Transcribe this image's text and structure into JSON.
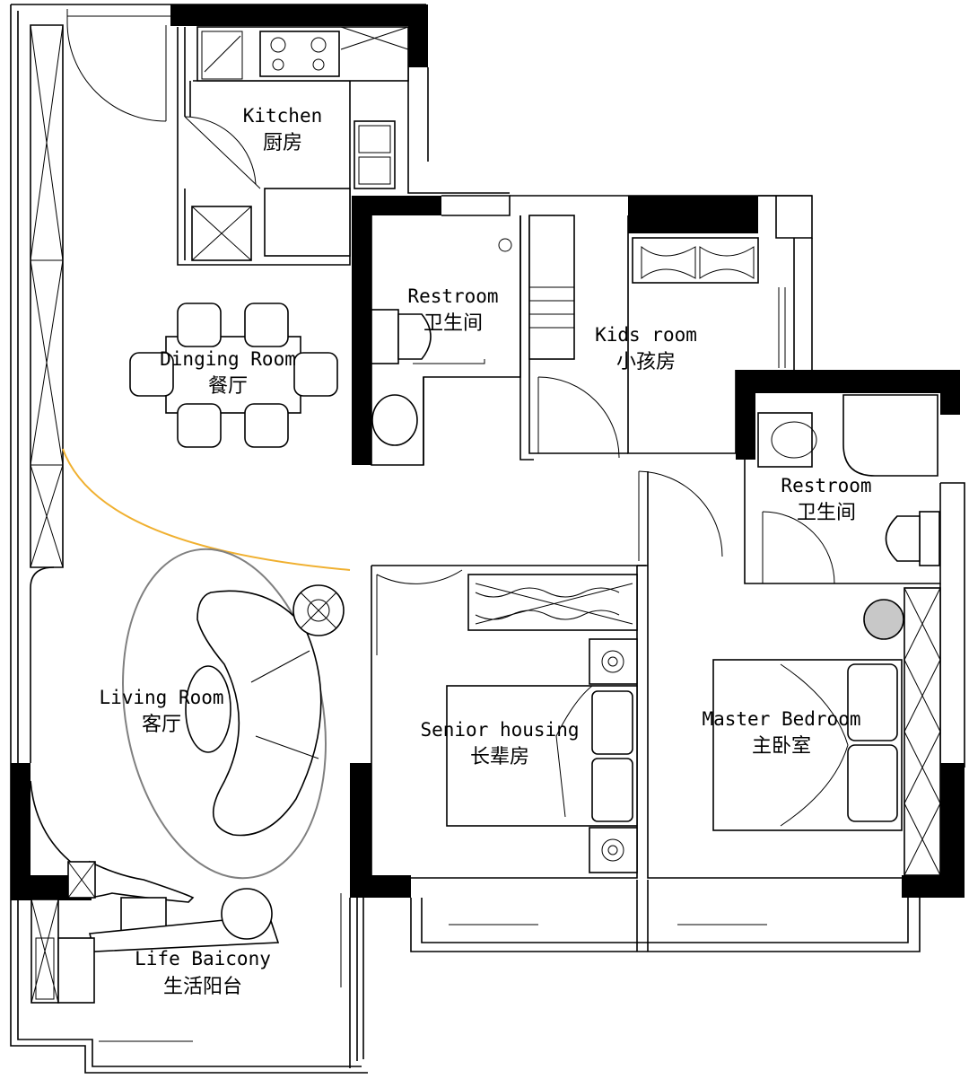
{
  "rooms": {
    "kitchen": {
      "en": "Kitchen",
      "cn": "厨房"
    },
    "restroom_1": {
      "en": "Restroom",
      "cn": "卫生间"
    },
    "kids_room": {
      "en": "Kids room",
      "cn": "小孩房"
    },
    "dining_room": {
      "en": "Dinging Room",
      "cn": "餐厅"
    },
    "restroom_2": {
      "en": "Restroom",
      "cn": "卫生间"
    },
    "living_room": {
      "en": "Living Room",
      "cn": "客厅"
    },
    "senior_housing": {
      "en": "Senior housing",
      "cn": "长辈房"
    },
    "master_bedroom": {
      "en": "Master Bedroom",
      "cn": "主卧室"
    },
    "life_balcony": {
      "en": "Life Baicony",
      "cn": "生活阳台"
    }
  },
  "colors": {
    "wall": "#000000",
    "line": "#000000",
    "rug_outline": "#808080",
    "curved_partition": "#f0b030"
  }
}
